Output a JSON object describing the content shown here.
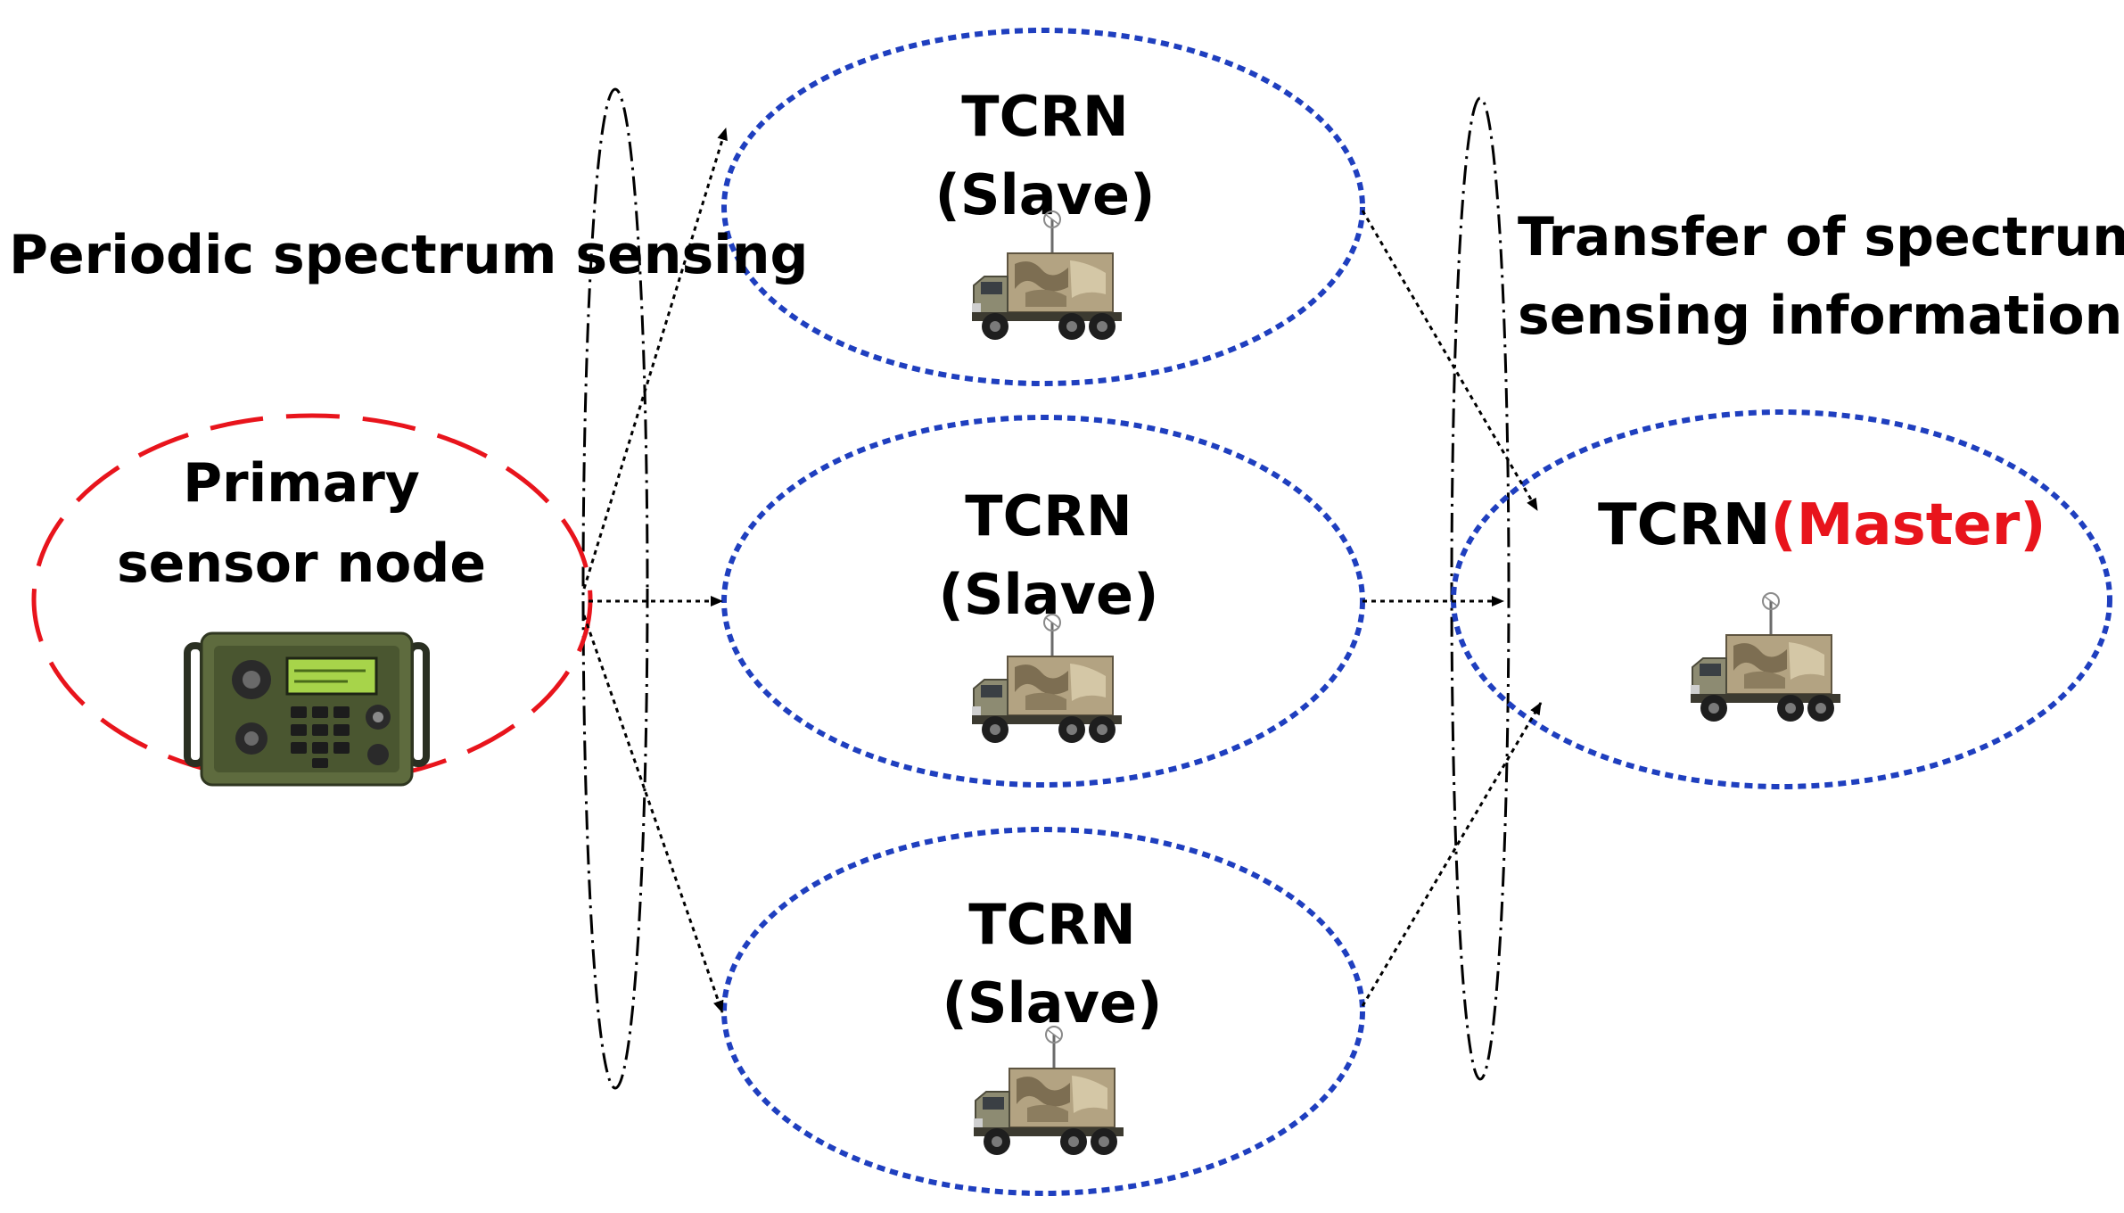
{
  "colors": {
    "primary_outline": "#e8141c",
    "tcrn_outline": "#1f3fbf",
    "master_accent": "#e8141c",
    "arrows": "#000000"
  },
  "labels": {
    "periodic_sensing": "Periodic spectrum sensing",
    "transfer_line1": "Transfer of spectrum",
    "transfer_line2": "sensing information",
    "primary_line1": "Primary",
    "primary_line2": "sensor node",
    "master_prefix": "TCRN",
    "master_suffix": "(Master)"
  },
  "slaves": [
    {
      "line1": "TCRN",
      "line2": "(Slave)"
    },
    {
      "line1": "TCRN",
      "line2": "(Slave)"
    },
    {
      "line1": "TCRN",
      "line2": "(Slave)"
    }
  ],
  "icons": {
    "primary": "military-radio-icon",
    "tcrn": "military-truck-icon"
  }
}
